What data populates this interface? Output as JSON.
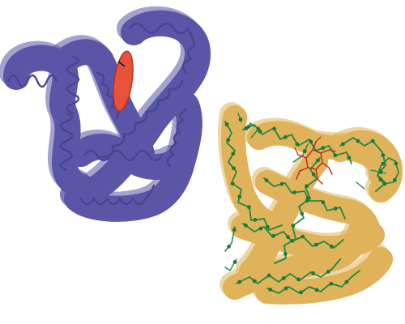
{
  "models": [
    {
      "id": "left",
      "style": "tube-with-backbone-trace",
      "colors": {
        "tube": "#a9a4e6",
        "tube_outline": "#5b56a8",
        "backbone": "#4a4590",
        "highlight": "#ccc8f4",
        "heme_disk": "#e8523a",
        "heme_disk_edge": "#b8321f"
      }
    },
    {
      "id": "right",
      "style": "tube-with-atomic-trace",
      "colors": {
        "tube": "#f7d98c",
        "tube_outline": "#e0b25a",
        "backbone": "#1f8a45",
        "highlight": "#fdf0c6",
        "atoms": "#1c7a3c",
        "heme_wire": "#c2221b"
      }
    }
  ]
}
